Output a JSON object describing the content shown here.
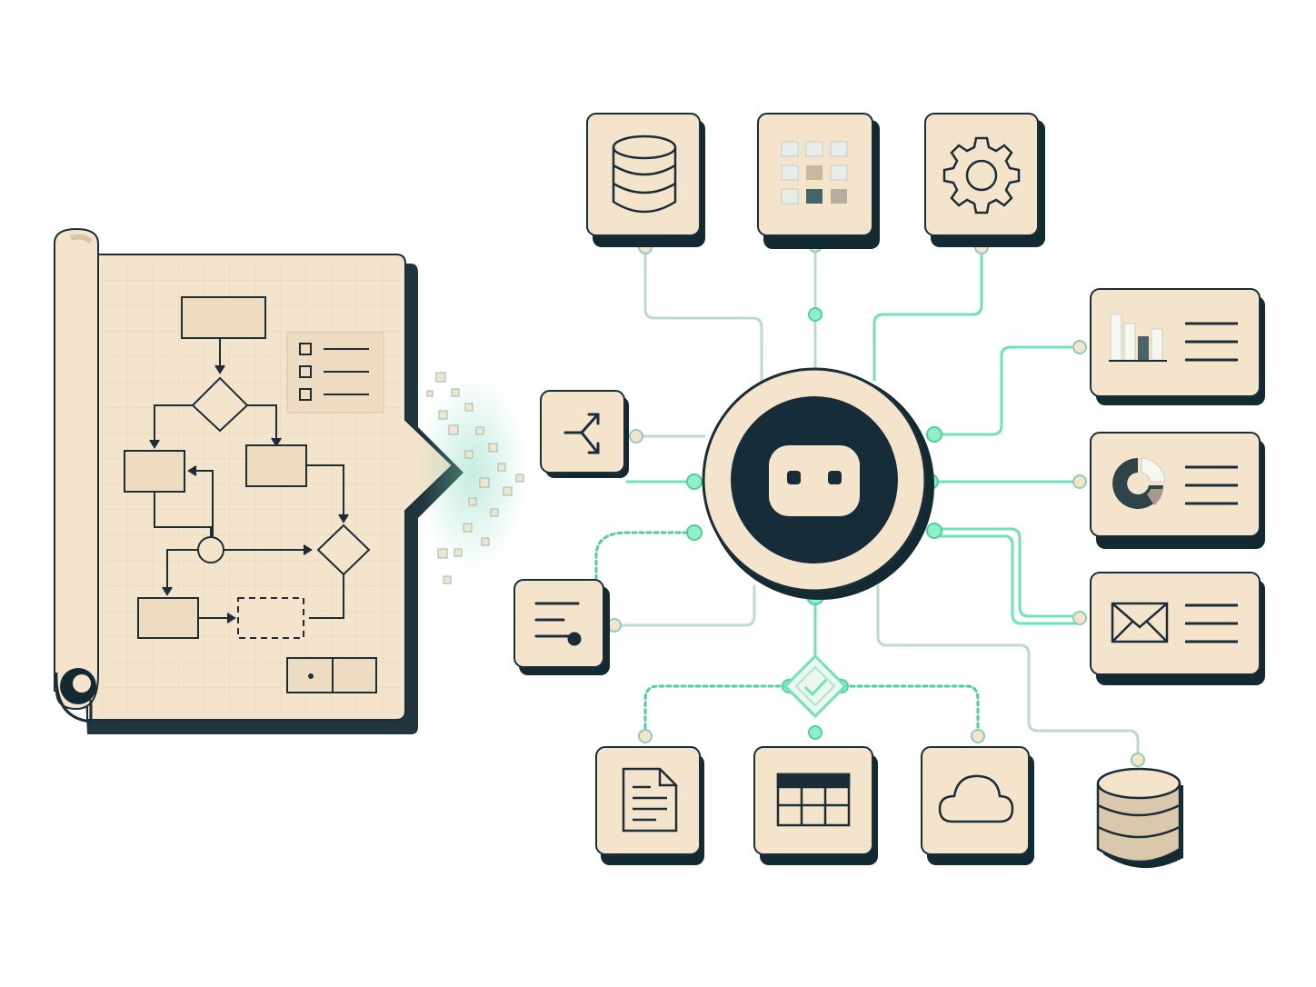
{
  "colors": {
    "background": "#ffffff",
    "tile_fill": "#f4e4cc",
    "tile_shadow": "#142a33",
    "ink": "#1a2e38",
    "accent": "#6ee3b4",
    "line_muted": "#b9dccd",
    "hub_ring": "#f4e4cc",
    "hub_core": "#162c38"
  },
  "blueprint": {
    "semantic": "scroll-workflow-blueprint",
    "contents": [
      "flowchart",
      "checklist",
      "form-field"
    ]
  },
  "hub": {
    "icon": "robot-face-icon"
  },
  "nodes": {
    "top": [
      "database-icon",
      "grid-tiles-icon",
      "gear-icon"
    ],
    "left": [
      "branch-split-icon",
      "text-lines-icon"
    ],
    "right": [
      "bar-chart-icon",
      "donut-chart-icon",
      "envelope-icon"
    ],
    "bottom": [
      "document-icon",
      "table-icon",
      "cloud-icon",
      "database-icon"
    ],
    "center_decision": "check-diamond-icon"
  }
}
